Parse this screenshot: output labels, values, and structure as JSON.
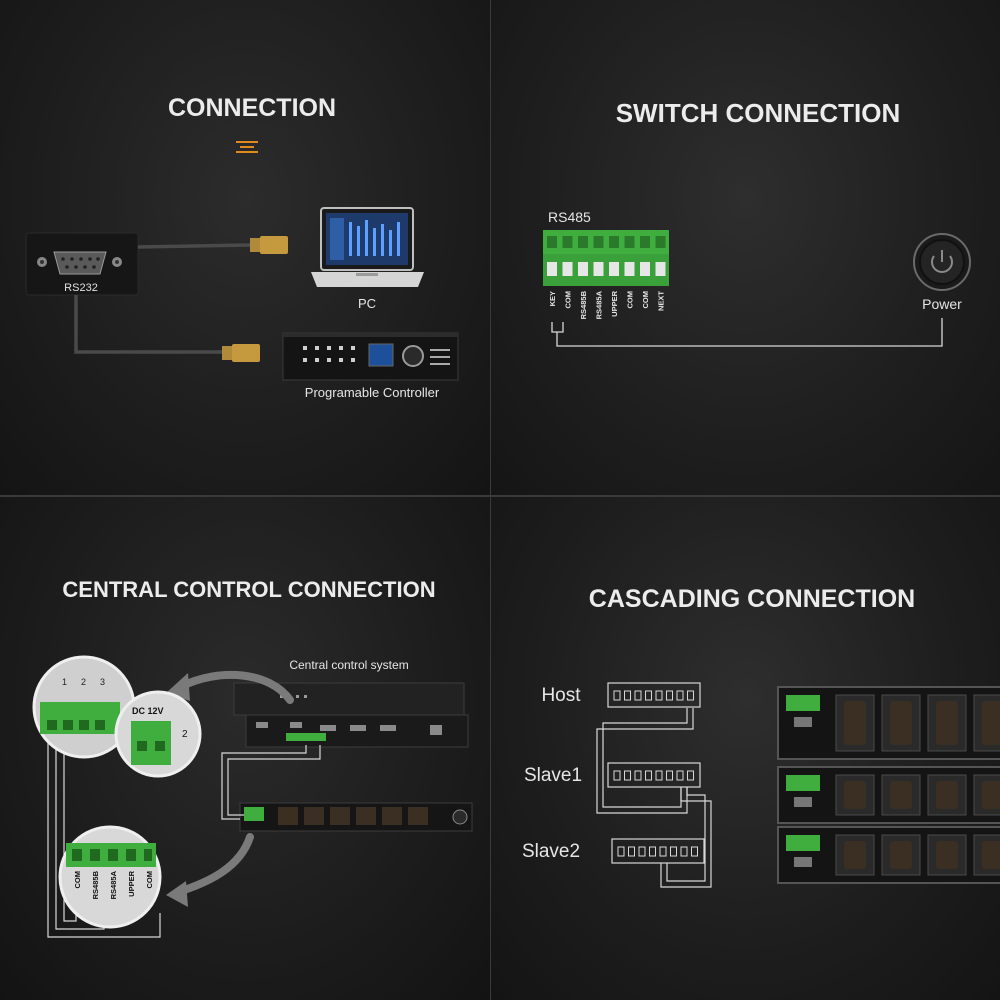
{
  "q1": {
    "title": "CONNECTION",
    "rs232_label": "RS232",
    "pc_label": "PC",
    "controller_label": "Programable Controller",
    "accent": "#e08a1e"
  },
  "q2": {
    "title": "SWITCH CONNECTION",
    "terminal_title": "RS485",
    "pins": [
      "KEY",
      "COM",
      "RS485B",
      "RS485A",
      "UPPER",
      "COM",
      "COM",
      "NEXT"
    ],
    "power_label": "Power"
  },
  "q3": {
    "title": "CENTRAL CONTROL CONNECTION",
    "system_label": "Central control system",
    "dc_label": "DC 12V",
    "port_number": "2",
    "port_numbers": [
      "1",
      "2",
      "3"
    ],
    "pins": [
      "COM",
      "RS485B",
      "RS485A",
      "UPPER",
      "COM"
    ]
  },
  "q4": {
    "title": "CASCADING CONNECTION",
    "devices": [
      "Host",
      "Slave1",
      "Slave2"
    ]
  },
  "colors": {
    "terminal_green": "#3fae3f",
    "background": "#1c1c1c",
    "text": "#ececec",
    "wire": "#d8d8d8"
  }
}
